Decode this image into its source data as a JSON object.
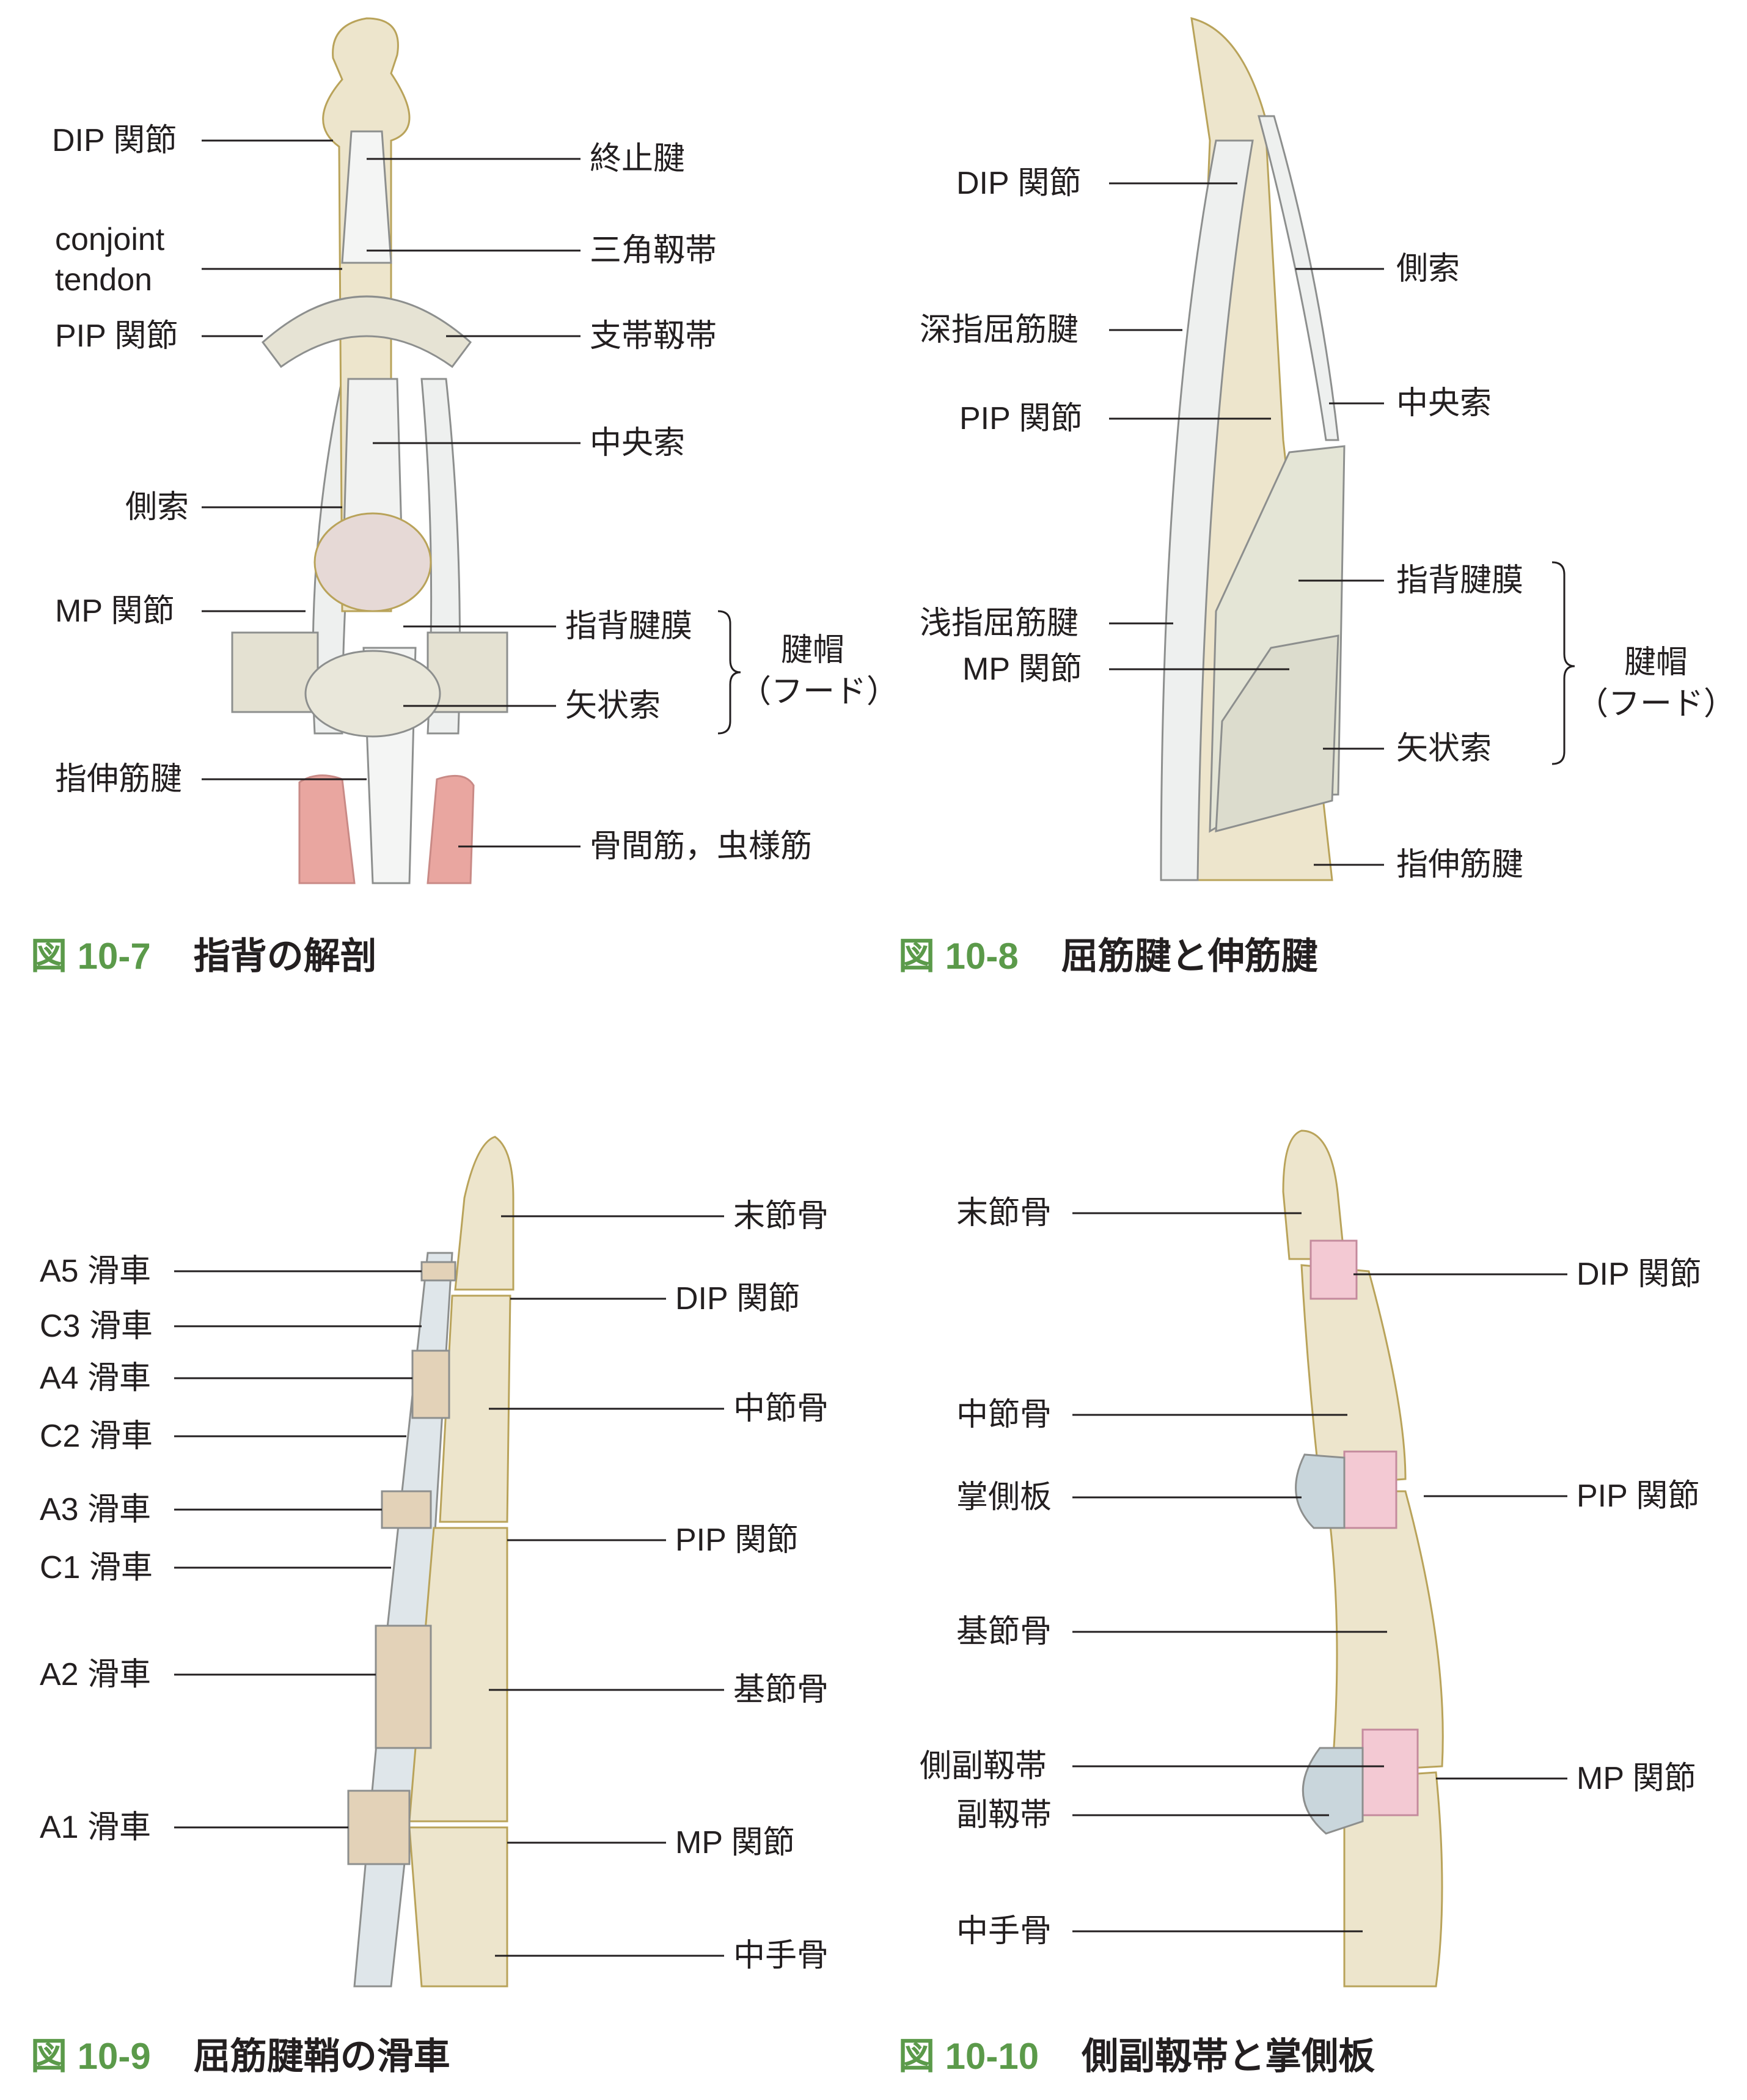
{
  "colors": {
    "bone": "#ede5cc",
    "bone_outline": "#b9a35a",
    "tendon": "#eef0ef",
    "muscle": "#e9a6a0",
    "ligament_pink": "#f3c9d3",
    "plate_blue": "#c9d6dc",
    "caption_green": "#5b9a4a",
    "line": "#231f20"
  },
  "figures": [
    {
      "caption": {
        "number": "図 10-7",
        "title": "指背の解剖"
      },
      "labels": {
        "dip": "DIP 関節",
        "conjoint_1": "conjoint",
        "conjoint_2": "tendon",
        "pip": "PIP 関節",
        "lateral_band": "側索",
        "mp": "MP 関節",
        "extensor": "指伸筋腱",
        "terminal": "終止腱",
        "triangular": "三角靱帯",
        "retinacular": "支帯靱帯",
        "central": "中央索",
        "dorsal_apo": "指背腱膜",
        "sagittal": "矢状索",
        "interossei": "骨間筋，虫様筋",
        "hood_1": "腱帽",
        "hood_2": "（フード）"
      }
    },
    {
      "caption": {
        "number": "図 10-8",
        "title": "屈筋腱と伸筋腱"
      },
      "labels": {
        "dip": "DIP 関節",
        "fdp": "深指屈筋腱",
        "pip": "PIP 関節",
        "fds": "浅指屈筋腱",
        "mp": "MP 関節",
        "lateral_band": "側索",
        "central": "中央索",
        "dorsal_apo": "指背腱膜",
        "sagittal": "矢状索",
        "extensor": "指伸筋腱",
        "hood_1": "腱帽",
        "hood_2": "（フード）"
      }
    },
    {
      "caption": {
        "number": "図 10-9",
        "title": "屈筋腱鞘の滑車"
      },
      "labels": {
        "a5": "A5 滑車",
        "c3": "C3 滑車",
        "a4": "A4 滑車",
        "c2": "C2 滑車",
        "a3": "A3 滑車",
        "c1": "C1 滑車",
        "a2": "A2 滑車",
        "a1": "A1 滑車",
        "distal_phalanx": "末節骨",
        "dip": "DIP 関節",
        "middle_phalanx": "中節骨",
        "pip": "PIP 関節",
        "proximal_phalanx": "基節骨",
        "mp": "MP 関節",
        "metacarpal": "中手骨"
      }
    },
    {
      "caption": {
        "number": "図 10-10",
        "title": "側副靱帯と掌側板"
      },
      "labels": {
        "distal_phalanx": "末節骨",
        "middle_phalanx": "中節骨",
        "volar_plate": "掌側板",
        "proximal_phalanx": "基節骨",
        "collateral": "側副靱帯",
        "accessory": "副靱帯",
        "metacarpal": "中手骨",
        "dip": "DIP 関節",
        "pip": "PIP 関節",
        "mp": "MP 関節"
      }
    }
  ]
}
